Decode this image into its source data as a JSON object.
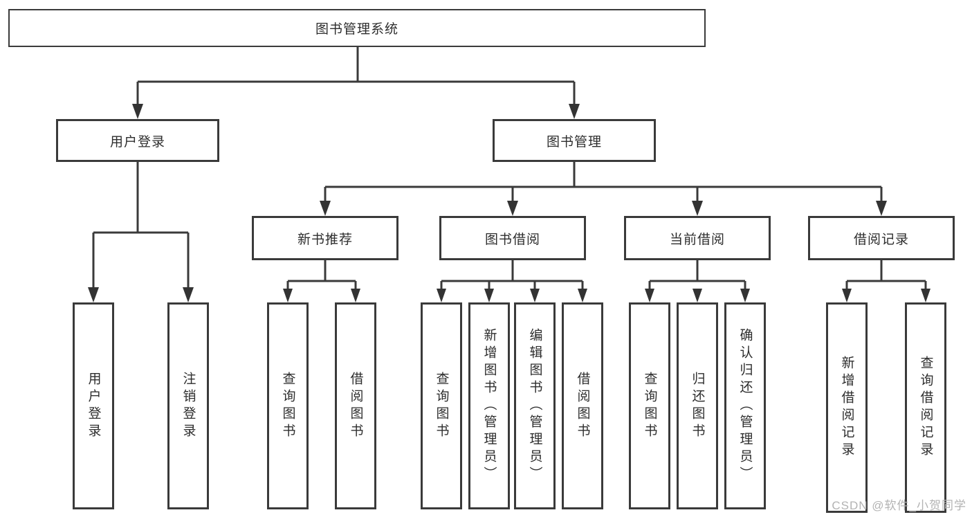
{
  "colors": {
    "line": "#3a3a3a",
    "text": "#2d2d2d",
    "watermark": "#b3b3b3",
    "background": "#ffffff"
  },
  "nodes": {
    "root": "图书管理系统",
    "user_login": "用户登录",
    "book_management": "图书管理",
    "new_book_recommend": "新书推荐",
    "book_borrow": "图书借阅",
    "current_borrow": "当前借阅",
    "borrow_record": "借阅记录",
    "leaf_user_login": "用户登录",
    "leaf_logout": "注销登录",
    "leaf_recommend_query": "查询图书",
    "leaf_recommend_borrow": "借阅图书",
    "leaf_borrow_query": "查询图书",
    "leaf_borrow_add": "新增图书（管理员）",
    "leaf_borrow_edit": "编辑图书（管理员）",
    "leaf_borrow_borrow": "借阅图书",
    "leaf_current_query": "查询图书",
    "leaf_current_return": "归还图书",
    "leaf_current_confirm": "确认归还（管理员）",
    "leaf_record_add": "新增借阅记录",
    "leaf_record_query": "查询借阅记录"
  },
  "watermark": "CSDN @软件_小贺同学"
}
